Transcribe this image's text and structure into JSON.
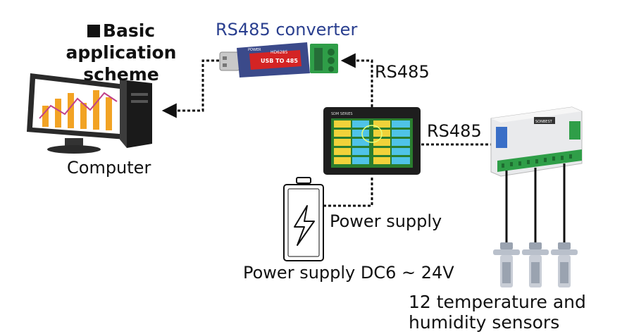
{
  "title": "Basic application scheme",
  "labels": {
    "converter": "RS485 converter",
    "rs485_top": "RS485",
    "rs485_right": "RS485",
    "computer": "Computer",
    "power_supply": "Power supply",
    "power_range": "Power supply DC6 ~ 24V",
    "sensors": "12 temperature and humidity sensors"
  },
  "device_text": {
    "usb_dongle_model": "HD6285",
    "usb_dongle_banner": "USB TO 485",
    "usb_dongle_power": "POWER",
    "hmi_header": "SDM SERIES",
    "module_badge": "SONBEST"
  },
  "colors": {
    "converter_text": "#2a3f8f",
    "dongle_body": "#3b4a8a",
    "dongle_banner": "#d42424",
    "terminal_green": "#2f9e48",
    "chart_orange": "#f2a324",
    "chart_pink": "#c0408a",
    "hmi_yellow": "#f1d23a",
    "hmi_cyan": "#4fc3e8"
  },
  "icons": [
    "computer-icon",
    "usb-converter-icon",
    "touch-panel-icon",
    "io-module-icon",
    "battery-icon",
    "lightning-icon",
    "sensor-probe-icon"
  ]
}
